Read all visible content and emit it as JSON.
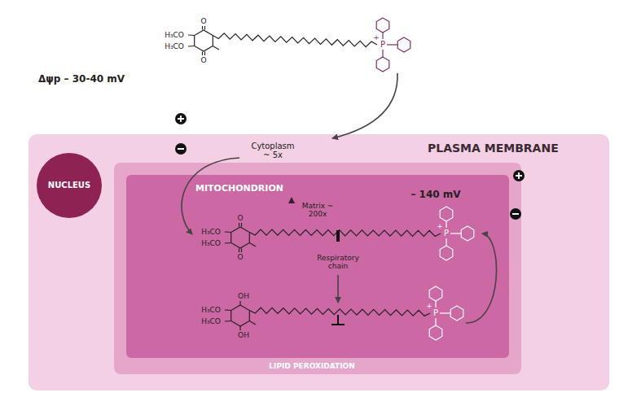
{
  "diagram": {
    "nodes": [
      {
        "text": [
          "PLASMA MEMBRANE"
        ]
      },
      {
        "text": [
          "NUCLEUS"
        ],
        "in": 0
      },
      {
        "text": [
          "LIPID PEROXIDATION"
        ],
        "in": 0
      },
      {
        "text": [
          "MITOCHONDRION"
        ],
        "in": 2
      }
    ],
    "labels": [
      "Δψp – 30-40 mV",
      "Cytoplasm ~ 5x",
      "Matrix ~ 200x",
      "– 140 mV",
      "Respiratory chain",
      "O",
      "O",
      "H₃CO",
      "H₃CO",
      "+",
      "P",
      "O",
      "O",
      "H₃CO",
      "H₃CO",
      "+",
      "P",
      "OH",
      "OH",
      "H₃CO",
      "H₃CO",
      "+",
      "P"
    ]
  }
}
